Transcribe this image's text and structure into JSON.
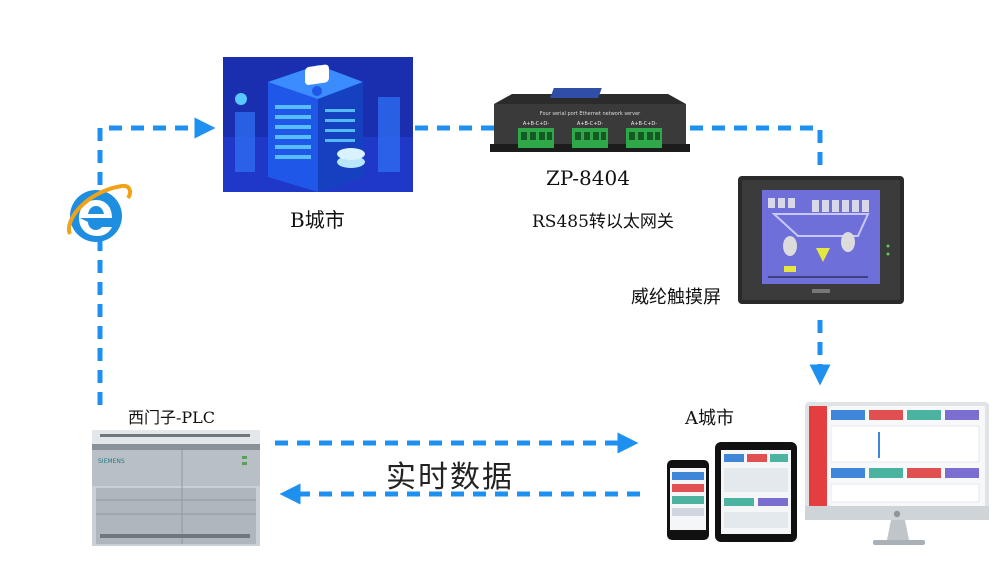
{
  "nodes": {
    "city_b": {
      "label": "B城市"
    },
    "gateway": {
      "model": "ZP-8404",
      "description": "RS485转以太网关",
      "device_text": "Four serial port Ethernet network server",
      "port_text": "A+B-C+D-"
    },
    "touchscreen": {
      "label": "威纶触摸屏"
    },
    "plc": {
      "label": "西门子-PLC",
      "brand_text": "SIEMENS"
    },
    "city_a": {
      "label": "A城市"
    }
  },
  "links": {
    "realtime_label": "实时数据"
  },
  "colors": {
    "link": "#1E90F0",
    "building": "#1a2fb0",
    "plc_body": "#c9d0d6"
  },
  "icons": [
    "ie-browser-icon",
    "apple-logo-icon"
  ]
}
